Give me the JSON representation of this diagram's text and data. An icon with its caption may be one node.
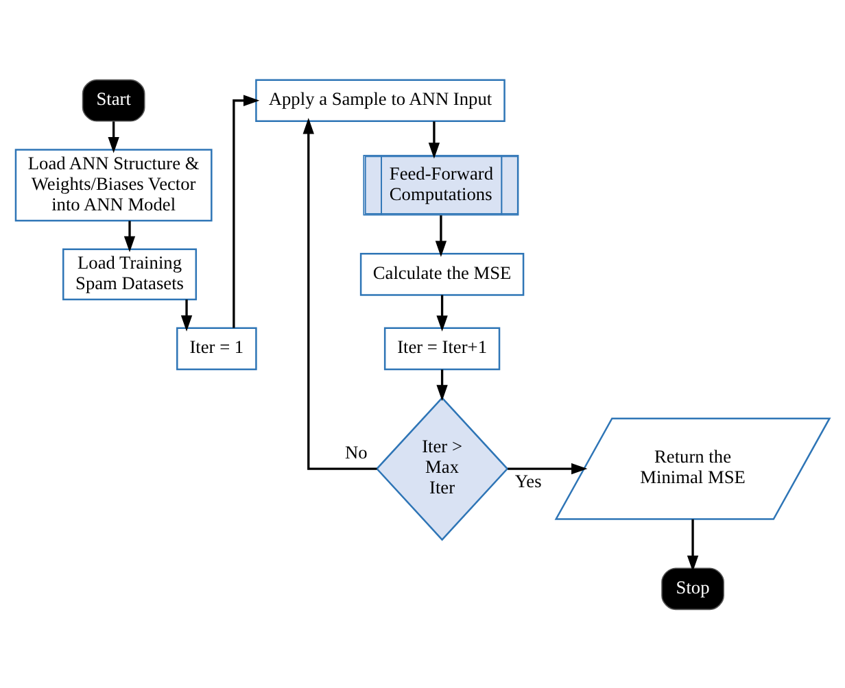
{
  "diagram": {
    "nodes": [
      {
        "text": [
          "Start"
        ]
      },
      {
        "text": [
          "Load ANN Structure & Weights/Biases Vector into ANN Model"
        ]
      },
      {
        "text": [
          "Load Training Spam Datasets"
        ]
      },
      {
        "text": [
          "Iter = 1"
        ]
      },
      {
        "text": [
          "Apply a Sample to ANN Input"
        ]
      },
      {
        "text": [
          "Feed-Forward Computations"
        ]
      },
      {
        "text": [
          "Calculate the MSE"
        ]
      },
      {
        "text": [
          "Iter = Iter+1"
        ]
      },
      {
        "text": [
          "Iter > Max Iter"
        ]
      },
      {
        "text": [
          "Return the Minimal MSE"
        ]
      },
      {
        "text": [
          "Stop"
        ]
      }
    ],
    "edges": [
      {
        "from": 0,
        "to": 1,
        "arrow": "to"
      },
      {
        "from": 1,
        "to": 2,
        "arrow": "to"
      },
      {
        "from": 2,
        "to": 3,
        "arrow": "to"
      },
      {
        "from": 3,
        "to": 4,
        "arrow": "to"
      },
      {
        "from": 4,
        "to": 5,
        "arrow": "to"
      },
      {
        "from": 5,
        "to": 6,
        "arrow": "to"
      },
      {
        "from": 6,
        "to": 7,
        "arrow": "to"
      },
      {
        "from": 7,
        "to": 8,
        "arrow": "to"
      },
      {
        "from": 8,
        "to": 9,
        "label": "Yes",
        "arrow": "to"
      },
      {
        "from": 8,
        "to": 4,
        "label": "No",
        "arrow": "to"
      },
      {
        "from": 9,
        "to": 10,
        "arrow": "to"
      }
    ]
  }
}
